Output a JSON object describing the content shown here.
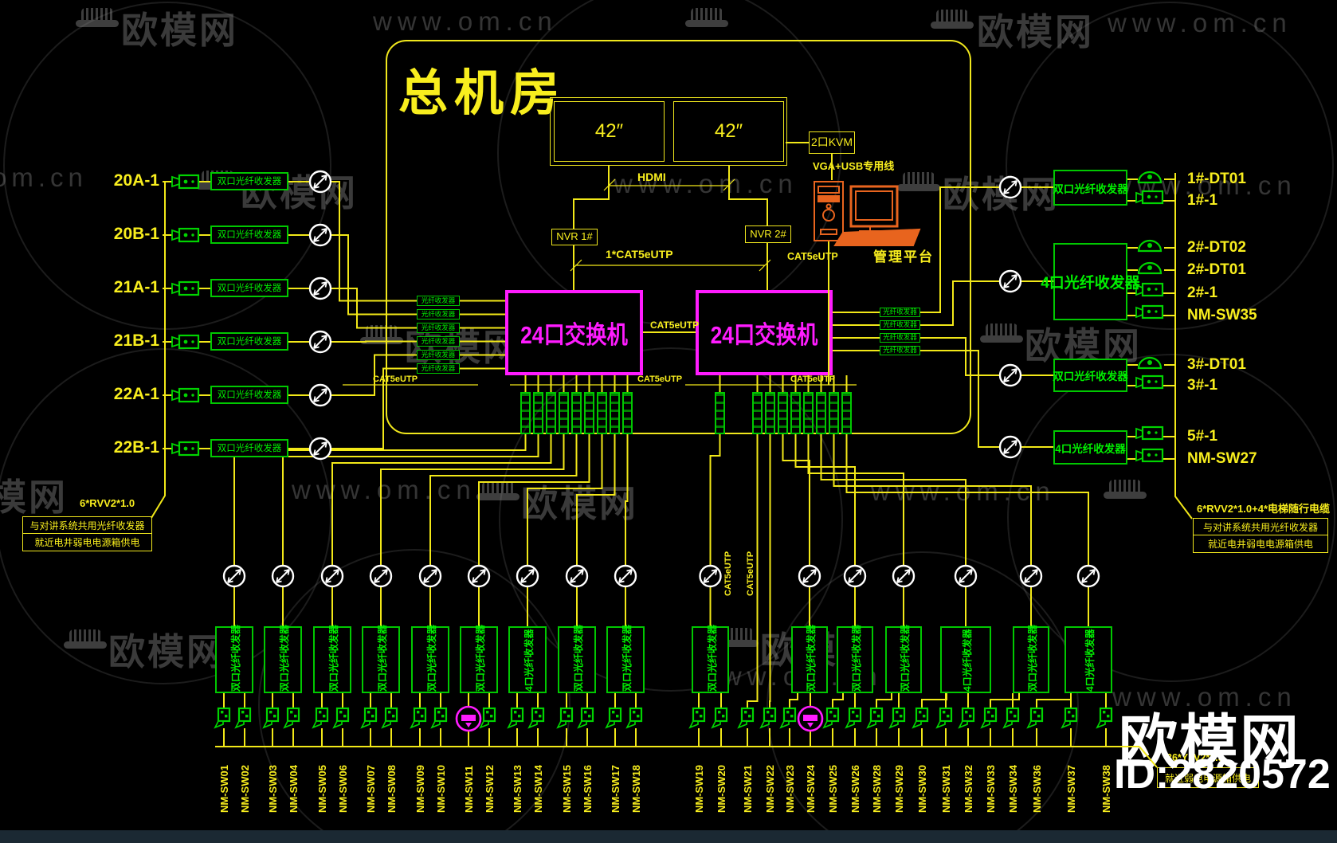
{
  "watermark": {
    "brand": "欧模网",
    "url": "www.om.cn",
    "short": "om.cn"
  },
  "branding": {
    "brand": "欧模网",
    "id_text": "ID:2820572"
  },
  "room": {
    "title": "总机房"
  },
  "monitors": {
    "labels": [
      "42″",
      "42″"
    ],
    "hdmi": "HDMI"
  },
  "nvr": {
    "nvr1": "NVR 1#",
    "nvr2": "NVR 2#",
    "link": "1*CAT5eUTP"
  },
  "kvm": {
    "label": "2口KVM",
    "cable": "VGA+USB专用线",
    "platform": "管理平台",
    "cat5": "CAT5eUTP"
  },
  "switches": {
    "sw1": "24口交换机",
    "sw2": "24口交换机",
    "link": "CAT5eUTP"
  },
  "mini_module": {
    "label": "光纤收发器"
  },
  "cat5_rules": [
    "CAT5eUTP",
    "CAT5eUTP",
    "CAT5eUTP"
  ],
  "cat5_risers": [
    "CAT5eUTP",
    "CAT5eUTP"
  ],
  "left_rows": {
    "ids": [
      "20A-1",
      "20B-1",
      "21A-1",
      "21B-1",
      "22A-1",
      "22B-1"
    ],
    "device": "双口光纤收发器"
  },
  "right_groups": [
    {
      "device": "双口光纤收发器",
      "ids": [
        "1#-DT01",
        "1#-1"
      ]
    },
    {
      "device": "4口光纤收发器",
      "ids": [
        "2#-DT02",
        "2#-DT01",
        "2#-1",
        "NM-SW35"
      ]
    },
    {
      "device": "双口光纤收发器",
      "ids": [
        "3#-DT01",
        "3#-1"
      ]
    },
    {
      "device": "4口光纤收发器",
      "ids": [
        "5#-1",
        "NM-SW27"
      ]
    }
  ],
  "notes": {
    "left": {
      "cable": "6*RVV2*1.0",
      "lines": [
        "与对讲系统共用光纤收发器",
        "就近电井弱电电源箱供电"
      ]
    },
    "right": {
      "cable": "6*RVV2*1.0+4*电梯随行电缆",
      "lines": [
        "与对讲系统共用光纤收发器",
        "就近电井弱电电源箱供电"
      ]
    },
    "corner": {
      "cable": "36*YJV2*1.5",
      "box": "就近弱电电源箱供电"
    }
  },
  "bottom_left": {
    "devices": [
      "双口光纤收发器",
      "双口光纤收发器",
      "双口光纤收发器",
      "双口光纤收发器",
      "双口光纤收发器",
      "双口光纤收发器",
      "4口光纤收发器",
      "双口光纤收发器",
      "双口光纤收发器"
    ],
    "switch_ids": [
      "NM-SW01",
      "NM-SW02",
      "NM-SW03",
      "NM-SW04",
      "NM-SW05",
      "NM-SW06",
      "NM-SW07",
      "NM-SW08",
      "NM-SW09",
      "NM-SW10",
      "NM-SW11",
      "NM-SW12",
      "NM-SW13",
      "NM-SW14",
      "NM-SW15",
      "NM-SW16",
      "NM-SW17",
      "NM-SW18"
    ],
    "magenta_index": 10
  },
  "bottom_right": {
    "devices": [
      "双口光纤收发器",
      "双口光纤收发器",
      "双口光纤收发器",
      "双口光纤收发器",
      "4口光纤收发器",
      "双口光纤收发器",
      "4口光纤收发器"
    ],
    "switch_ids": [
      "NM-SW19",
      "NM-SW20",
      "NM-SW21",
      "NM-SW22",
      "NM-SW23",
      "NM-SW24",
      "NM-SW25",
      "NM-SW26",
      "NM-SW28",
      "NM-SW29",
      "NM-SW30",
      "NM-SW31",
      "NM-SW32",
      "NM-SW33",
      "NM-SW34",
      "NM-SW36",
      "NM-SW37",
      "NM-SW38"
    ],
    "magenta_index": 5
  },
  "colors": {
    "line": "#f2e818",
    "text_yellow": "#f8ee1e",
    "device_green": "#00d400",
    "switch_magenta": "#ff1cff",
    "pc_orange": "#e8641e",
    "watermark_gray": "#8b8b8b"
  }
}
